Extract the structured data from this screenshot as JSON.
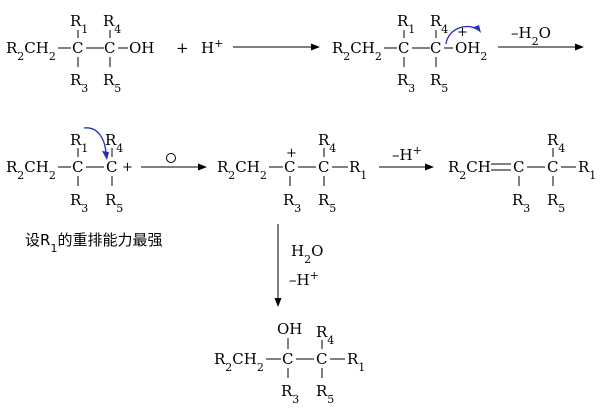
{
  "labels": {
    "R1": "R1",
    "R2CH2": "R2CH2",
    "R2CH": "R2CH",
    "R3": "R3",
    "R4": "R4",
    "R5": "R5",
    "C": "C",
    "OH": "OH",
    "OH2": "OH2",
    "plus": "+",
    "H_plus": "H+"
  },
  "conditions": {
    "minus_h2o": "–H2O",
    "minus_h_plus": "–H+",
    "h2o": "H2O",
    "minus_h_plus_2": "–H+"
  },
  "note": "设R1的重排能力最强"
}
